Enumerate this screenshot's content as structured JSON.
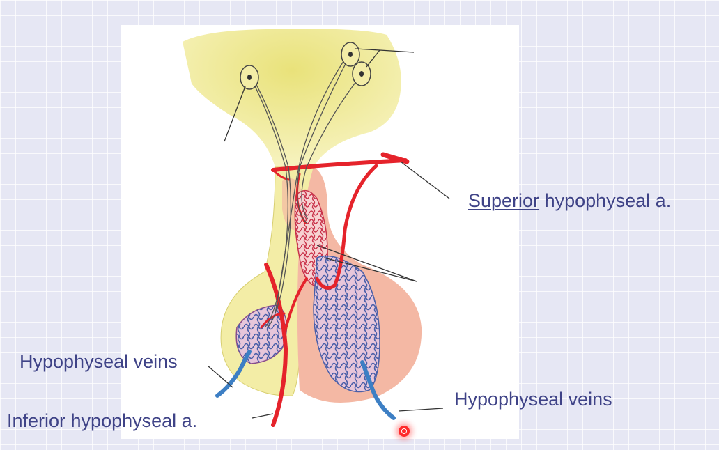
{
  "labels": {
    "superior_prefix": "Superior",
    "superior_suffix": " hypophyseal a.",
    "hypophyseal_veins_left": "Hypophyseal veins",
    "hypophyseal_veins_right": "Hypophyseal veins",
    "inferior_artery": "Inferior hypophyseal a."
  },
  "colors": {
    "background": "#e6e7f4",
    "label_text": "#3f4387",
    "hypothalamus": "#f6f0a8",
    "posterior_lobe": "#f3eda6",
    "anterior_lobe": "#f4b8a4",
    "artery": "#e5232b",
    "vein": "#3d7fc4",
    "pointer": "#ff2b2b"
  },
  "icons": {
    "pointer": "laser-pointer-icon"
  }
}
